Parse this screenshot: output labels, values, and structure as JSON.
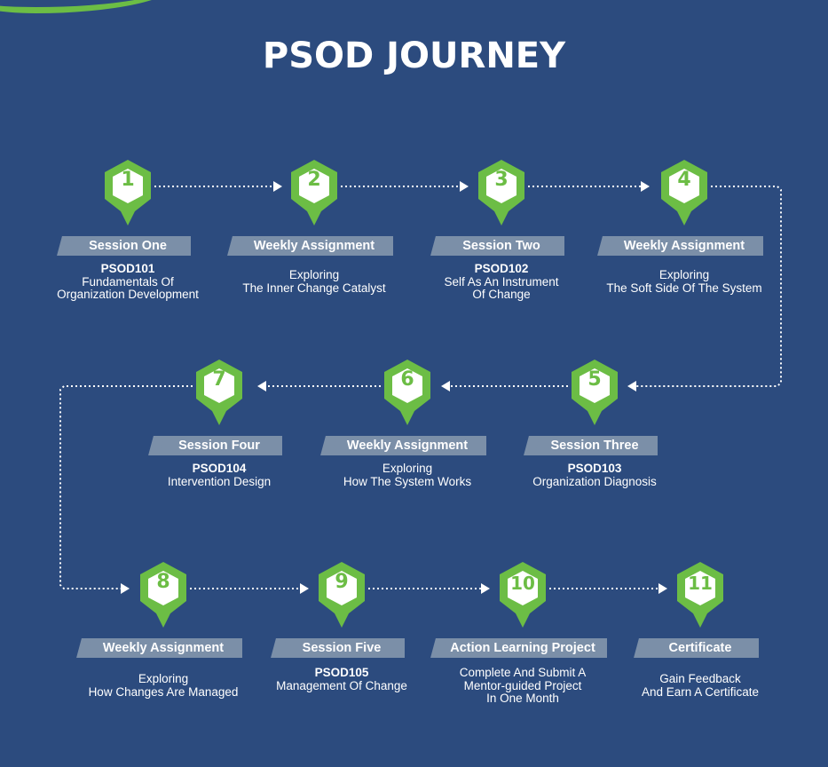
{
  "title": "PSOD JOURNEY",
  "colors": {
    "background": "#2c4b7e",
    "accent_green": "#6cbd45",
    "tag_bg": "#7b8fa8",
    "text": "#ffffff"
  },
  "steps": [
    {
      "number": "1",
      "tag": "Session One",
      "code": "PSOD101",
      "lines": [
        "Fundamentals Of",
        "Organization Development"
      ]
    },
    {
      "number": "2",
      "tag": "Weekly Assignment",
      "code": "",
      "lines": [
        "Exploring",
        "The Inner Change Catalyst"
      ]
    },
    {
      "number": "3",
      "tag": "Session Two",
      "code": "PSOD102",
      "lines": [
        "Self As An Instrument",
        "Of Change"
      ]
    },
    {
      "number": "4",
      "tag": "Weekly Assignment",
      "code": "",
      "lines": [
        "Exploring",
        "The Soft Side Of The System"
      ]
    },
    {
      "number": "5",
      "tag": "Session Three",
      "code": "PSOD103",
      "lines": [
        "Organization Diagnosis"
      ]
    },
    {
      "number": "6",
      "tag": "Weekly Assignment",
      "code": "",
      "lines": [
        "Exploring",
        "How The System Works"
      ]
    },
    {
      "number": "7",
      "tag": "Session Four",
      "code": "PSOD104",
      "lines": [
        "Intervention Design"
      ]
    },
    {
      "number": "8",
      "tag": "Weekly Assignment",
      "code": "",
      "lines": [
        "Exploring",
        "How Changes Are Managed"
      ]
    },
    {
      "number": "9",
      "tag": "Session Five",
      "code": "PSOD105",
      "lines": [
        "Management Of Change"
      ]
    },
    {
      "number": "10",
      "tag": "Action Learning Project",
      "code": "",
      "lines": [
        "Complete And Submit A",
        "Mentor-guided Project",
        "In One Month"
      ]
    },
    {
      "number": "11",
      "tag": "Certificate",
      "code": "",
      "lines": [
        "Gain Feedback",
        "And Earn A Certificate"
      ]
    }
  ]
}
